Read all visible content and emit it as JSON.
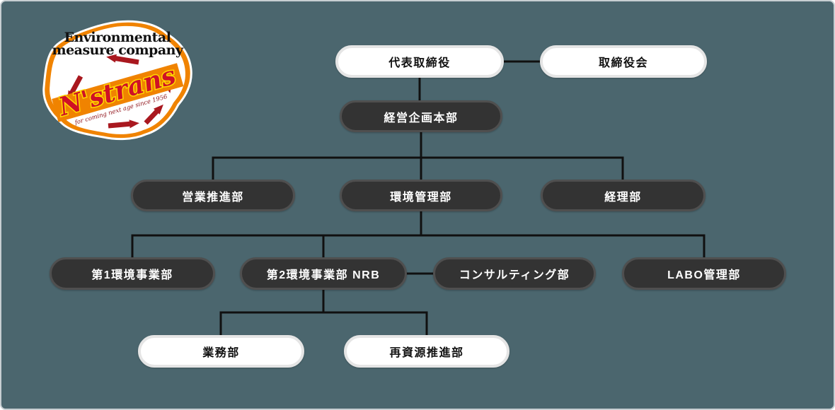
{
  "logo": {
    "line1": "Environmental",
    "line2": "measure company",
    "brand": "N'strans",
    "tagline": "for coming next age  since 1956"
  },
  "org": {
    "nodes": {
      "ceo": {
        "label": "代表取締役",
        "style": "light"
      },
      "board": {
        "label": "取締役会",
        "style": "light"
      },
      "planning": {
        "label": "経営企画本部",
        "style": "dark"
      },
      "sales": {
        "label": "営業推進部",
        "style": "dark"
      },
      "env_mgmt": {
        "label": "環境管理部",
        "style": "dark"
      },
      "accounting": {
        "label": "経理部",
        "style": "dark"
      },
      "env1": {
        "label": "第1環境事業部",
        "style": "dark"
      },
      "env2": {
        "label": "第2環境事業部 NRB",
        "style": "dark"
      },
      "consulting": {
        "label": "コンサルティング部",
        "style": "dark"
      },
      "labo": {
        "label": "LABO管理部",
        "style": "dark"
      },
      "operations": {
        "label": "業務部",
        "style": "light"
      },
      "recycle": {
        "label": "再資源推進部",
        "style": "light"
      }
    }
  },
  "colors": {
    "background": "#4b666e",
    "frame_border": "#c7ced2",
    "connector": "#101010",
    "dark_node_bg": "#333333",
    "dark_node_border": "#4f4f4f",
    "dark_node_text": "#ffffff",
    "light_node_bg": "#ffffff",
    "light_node_border": "#e5e5e5",
    "light_node_text": "#111111",
    "logo_orange": "#f08300",
    "logo_red": "#cf1126",
    "logo_yellow": "#ffd800",
    "logo_dark_red": "#a9181f",
    "logo_text": "#111111"
  }
}
